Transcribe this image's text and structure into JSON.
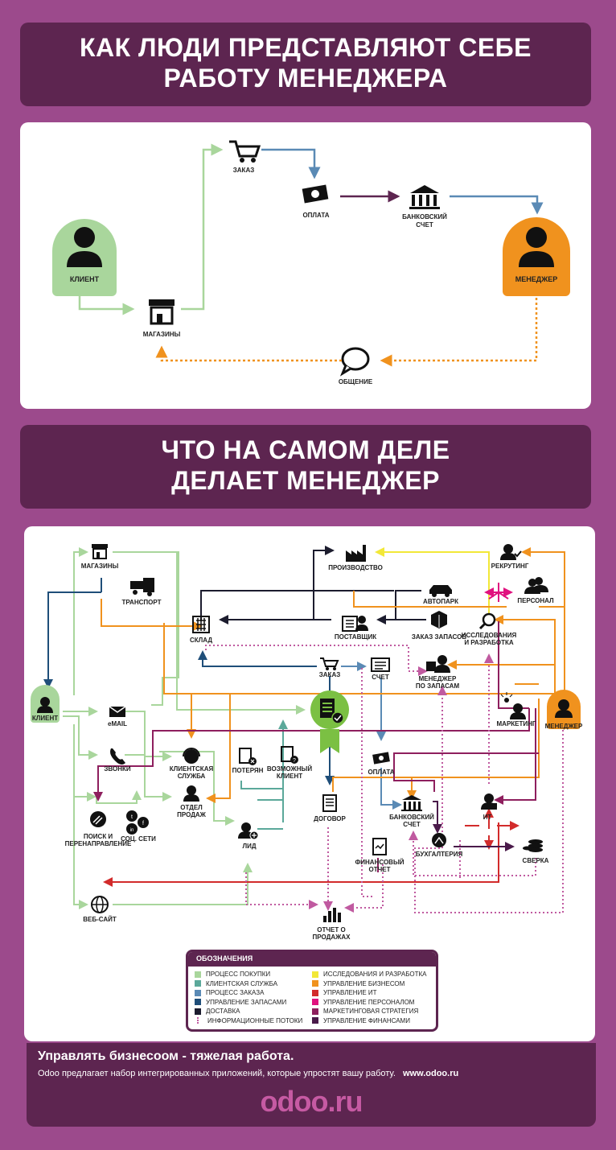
{
  "headings": {
    "top": [
      "КАК ЛЮДИ ПРЕДСТАВЛЯЮТ СЕБЕ",
      "РАБОТУ МЕНЕДЖЕРА"
    ],
    "bottom": [
      "ЧТО НА САМОМ ДЕЛЕ",
      "ДЕЛАЕТ МЕНЕДЖЕР"
    ]
  },
  "simple": {
    "client": "КЛИЕНТ",
    "stores": "МАГАЗИНЫ",
    "order": "ЗАКАЗ",
    "payment": "ОПЛАТА",
    "bank": [
      "БАНКОВСКИЙ",
      "СЧЕТ"
    ],
    "manager": "МЕНЕДЖЕР",
    "talk": "ОБЩЕНИЕ"
  },
  "complex": {
    "stores": "МАГАЗИНЫ",
    "transport": "ТРАНСПОРТ",
    "warehouse": "СКЛАД",
    "production": "ПРОИЗВОДСТВО",
    "fleet": "АВТОПАРК",
    "supplier": "ПОСТАВЩИК",
    "stock_order": "ЗАКАЗ ЗАПАСОВ",
    "recruiting": "РЕКРУТИНГ",
    "personnel": "ПЕРСОНАЛ",
    "research": [
      "ИССЛЕДОВАНИЯ",
      "И РАЗРАБОТКА"
    ],
    "stock_manager": [
      "МЕНЕДЖЕР",
      "ПО ЗАПАСАМ"
    ],
    "order": "ЗАКАЗ",
    "invoice": "СЧЕТ",
    "client": "КЛИЕНТ",
    "email": "eMAIL",
    "calls": "ЗВОНКИ",
    "customer_service": [
      "КЛИЕНТСКАЯ",
      "СЛУЖБА"
    ],
    "lost": "ПОТЕРЯН",
    "possible_client": [
      "ВОЗМОЖНЫЙ",
      "КЛИЕНТ"
    ],
    "marketing": "МАРКЕТИНГ",
    "manager": "МЕНЕДЖЕР",
    "payment": "ОПЛАТА",
    "sales_dept": [
      "ОТДЕЛ",
      "ПРОДАЖ"
    ],
    "contract": "ДОГОВОР",
    "bank": [
      "БАНКОВСКИЙ",
      "СЧЕТ"
    ],
    "it": "ИТ",
    "search": [
      "ПОИСК И",
      "ПЕРЕНАПРАВЛЕНИЕ"
    ],
    "social": "СОЦ. СЕТИ",
    "lead": "ЛИД",
    "fin_report": [
      "ФИНАНСОВЫЙ",
      "ОТЧЕТ"
    ],
    "accounting": "БУХГАЛТЕРИЯ",
    "reconciliation": "СВЕРКА",
    "website": "ВЕБ-САЙТ",
    "sales_report": [
      "ОТЧЕТ О",
      "ПРОДАЖАХ"
    ]
  },
  "legend": {
    "title": "ОБОЗНАЧЕНИЯ",
    "left": [
      {
        "label": "ПРОЦЕСС ПОКУПКИ",
        "color": "#a9d69c"
      },
      {
        "label": "КЛИЕНТСКАЯ СЛУЖБА",
        "color": "#5ba89a"
      },
      {
        "label": "ПРОЦЕСС ЗАКАЗА",
        "color": "#5a8ab5"
      },
      {
        "label": "УПРАВЛЕНИЕ ЗАПАСАМИ",
        "color": "#1f4e79"
      },
      {
        "label": "ДОСТАВКА",
        "color": "#1c1c2e"
      },
      {
        "label": "ИНФОРМАЦИОННЫЕ ПОТОКИ",
        "color": "dotted"
      }
    ],
    "right": [
      {
        "label": "ИССЛЕДОВАНИЯ И РАЗРАБОТКА",
        "color": "#f2e838"
      },
      {
        "label": "УПРАВЛЕНИЕ БИЗНЕСОМ",
        "color": "#f0921e"
      },
      {
        "label": "УПРАВЛЕНИЕ ИТ",
        "color": "#d22b2b"
      },
      {
        "label": "УПРАВЛЕНИЕ ПЕРСОНАЛОМ",
        "color": "#e0127f"
      },
      {
        "label": "МАРКЕТИНГОВАЯ СТРАТЕГИЯ",
        "color": "#8e1f5e"
      },
      {
        "label": "УПРАВЛЕНИЕ ФИНАНСАМИ",
        "color": "#4a1a4a"
      }
    ]
  },
  "footer": {
    "line1": "Управлять бизнесоом - тяжелая работа.",
    "line2": "Odoo предлагает набор интегрированных приложений, которые упростят вашу работу.",
    "url": "www.odoo.ru",
    "logo": "odoo.ru"
  }
}
